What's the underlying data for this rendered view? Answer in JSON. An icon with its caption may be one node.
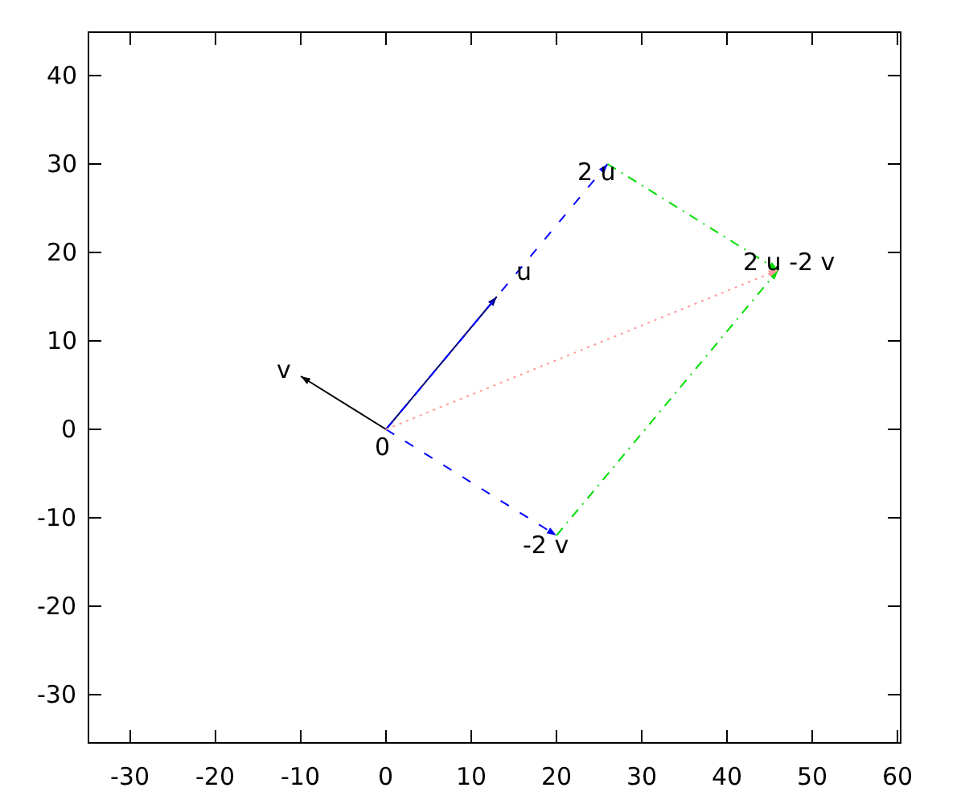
{
  "diagram": {
    "nodes": [
      {
        "text": [
          "2 u"
        ]
      },
      {
        "text": [
          "2 u -2 v"
        ]
      },
      {
        "text": [
          "u"
        ]
      },
      {
        "text": [
          "v"
        ]
      },
      {
        "text": [
          "0"
        ]
      },
      {
        "text": [
          "-2 v"
        ]
      }
    ],
    "edges": [
      {
        "from": 4,
        "to": 2,
        "arrow": "to",
        "color": "#000080"
      },
      {
        "from": 4,
        "to": 3,
        "arrow": "to",
        "color": "#000000"
      },
      {
        "from": 4,
        "to": 0,
        "arrow": "to",
        "style": "dashed",
        "color": "#0000ff"
      },
      {
        "from": 4,
        "to": 5,
        "arrow": "to",
        "style": "dashed",
        "color": "#0000ff"
      },
      {
        "from": 0,
        "to": 1,
        "arrow": "to",
        "style": "dashed",
        "color": "#00dd00"
      },
      {
        "from": 5,
        "to": 1,
        "arrow": "to",
        "style": "dashed",
        "color": "#00dd00"
      },
      {
        "from": 4,
        "to": 1,
        "arrow": "to",
        "style": "dashed",
        "color": "#ff9999"
      }
    ],
    "labels": [
      "40",
      "30",
      "20",
      "10",
      "0",
      "-10",
      "-20",
      "-30",
      "-30",
      "-20",
      "-10",
      "0",
      "10",
      "20",
      "30",
      "40",
      "50",
      "60"
    ]
  }
}
